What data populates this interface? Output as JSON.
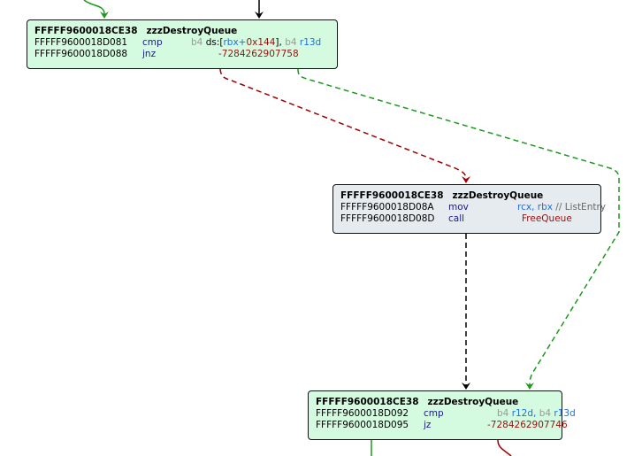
{
  "colors": {
    "true_edge": "#1a9a1a",
    "false_edge": "#a00000",
    "unconditional_edge": "#000000",
    "block_conditional_bg": "#d4fadf",
    "block_plain_bg": "#e6ebef"
  },
  "blocks": [
    {
      "header_addr": "FFFFF9600018CE38",
      "function": "zzzDestroyQueue",
      "lines": [
        {
          "addr": "FFFFF9600018D081",
          "mnemonic": "cmp",
          "ops": [
            {
              "t": "b4 ",
              "c": "kw"
            },
            {
              "t": "ds:[",
              "c": "plain"
            },
            {
              "t": "rbx+",
              "c": "reg"
            },
            {
              "t": "0x144",
              "c": "num"
            },
            {
              "t": "], ",
              "c": "plain"
            },
            {
              "t": "b4 ",
              "c": "kw"
            },
            {
              "t": "r13d",
              "c": "reg"
            }
          ]
        },
        {
          "addr": "FFFFF9600018D088",
          "mnemonic": "jnz",
          "ops": [
            {
              "t": "-7284262907758",
              "c": "num"
            }
          ]
        }
      ]
    },
    {
      "header_addr": "FFFFF9600018CE38",
      "function": "zzzDestroyQueue",
      "lines": [
        {
          "addr": "FFFFF9600018D08A",
          "mnemonic": "mov",
          "ops": [
            {
              "t": "rcx, rbx",
              "c": "reg"
            },
            {
              "t": " // ListEntry",
              "c": "cmt"
            }
          ]
        },
        {
          "addr": "FFFFF9600018D08D",
          "mnemonic": "call",
          "ops": [
            {
              "t": "FreeQueue",
              "c": "num"
            }
          ]
        }
      ]
    },
    {
      "header_addr": "FFFFF9600018CE38",
      "function": "zzzDestroyQueue",
      "lines": [
        {
          "addr": "FFFFF9600018D092",
          "mnemonic": "cmp",
          "ops": [
            {
              "t": "b4 ",
              "c": "kw"
            },
            {
              "t": "r12d, ",
              "c": "reg"
            },
            {
              "t": "b4 ",
              "c": "kw"
            },
            {
              "t": "r13d",
              "c": "reg"
            }
          ]
        },
        {
          "addr": "FFFFF9600018D095",
          "mnemonic": "jz",
          "ops": [
            {
              "t": "-7284262907746",
              "c": "num"
            }
          ]
        }
      ]
    }
  ]
}
